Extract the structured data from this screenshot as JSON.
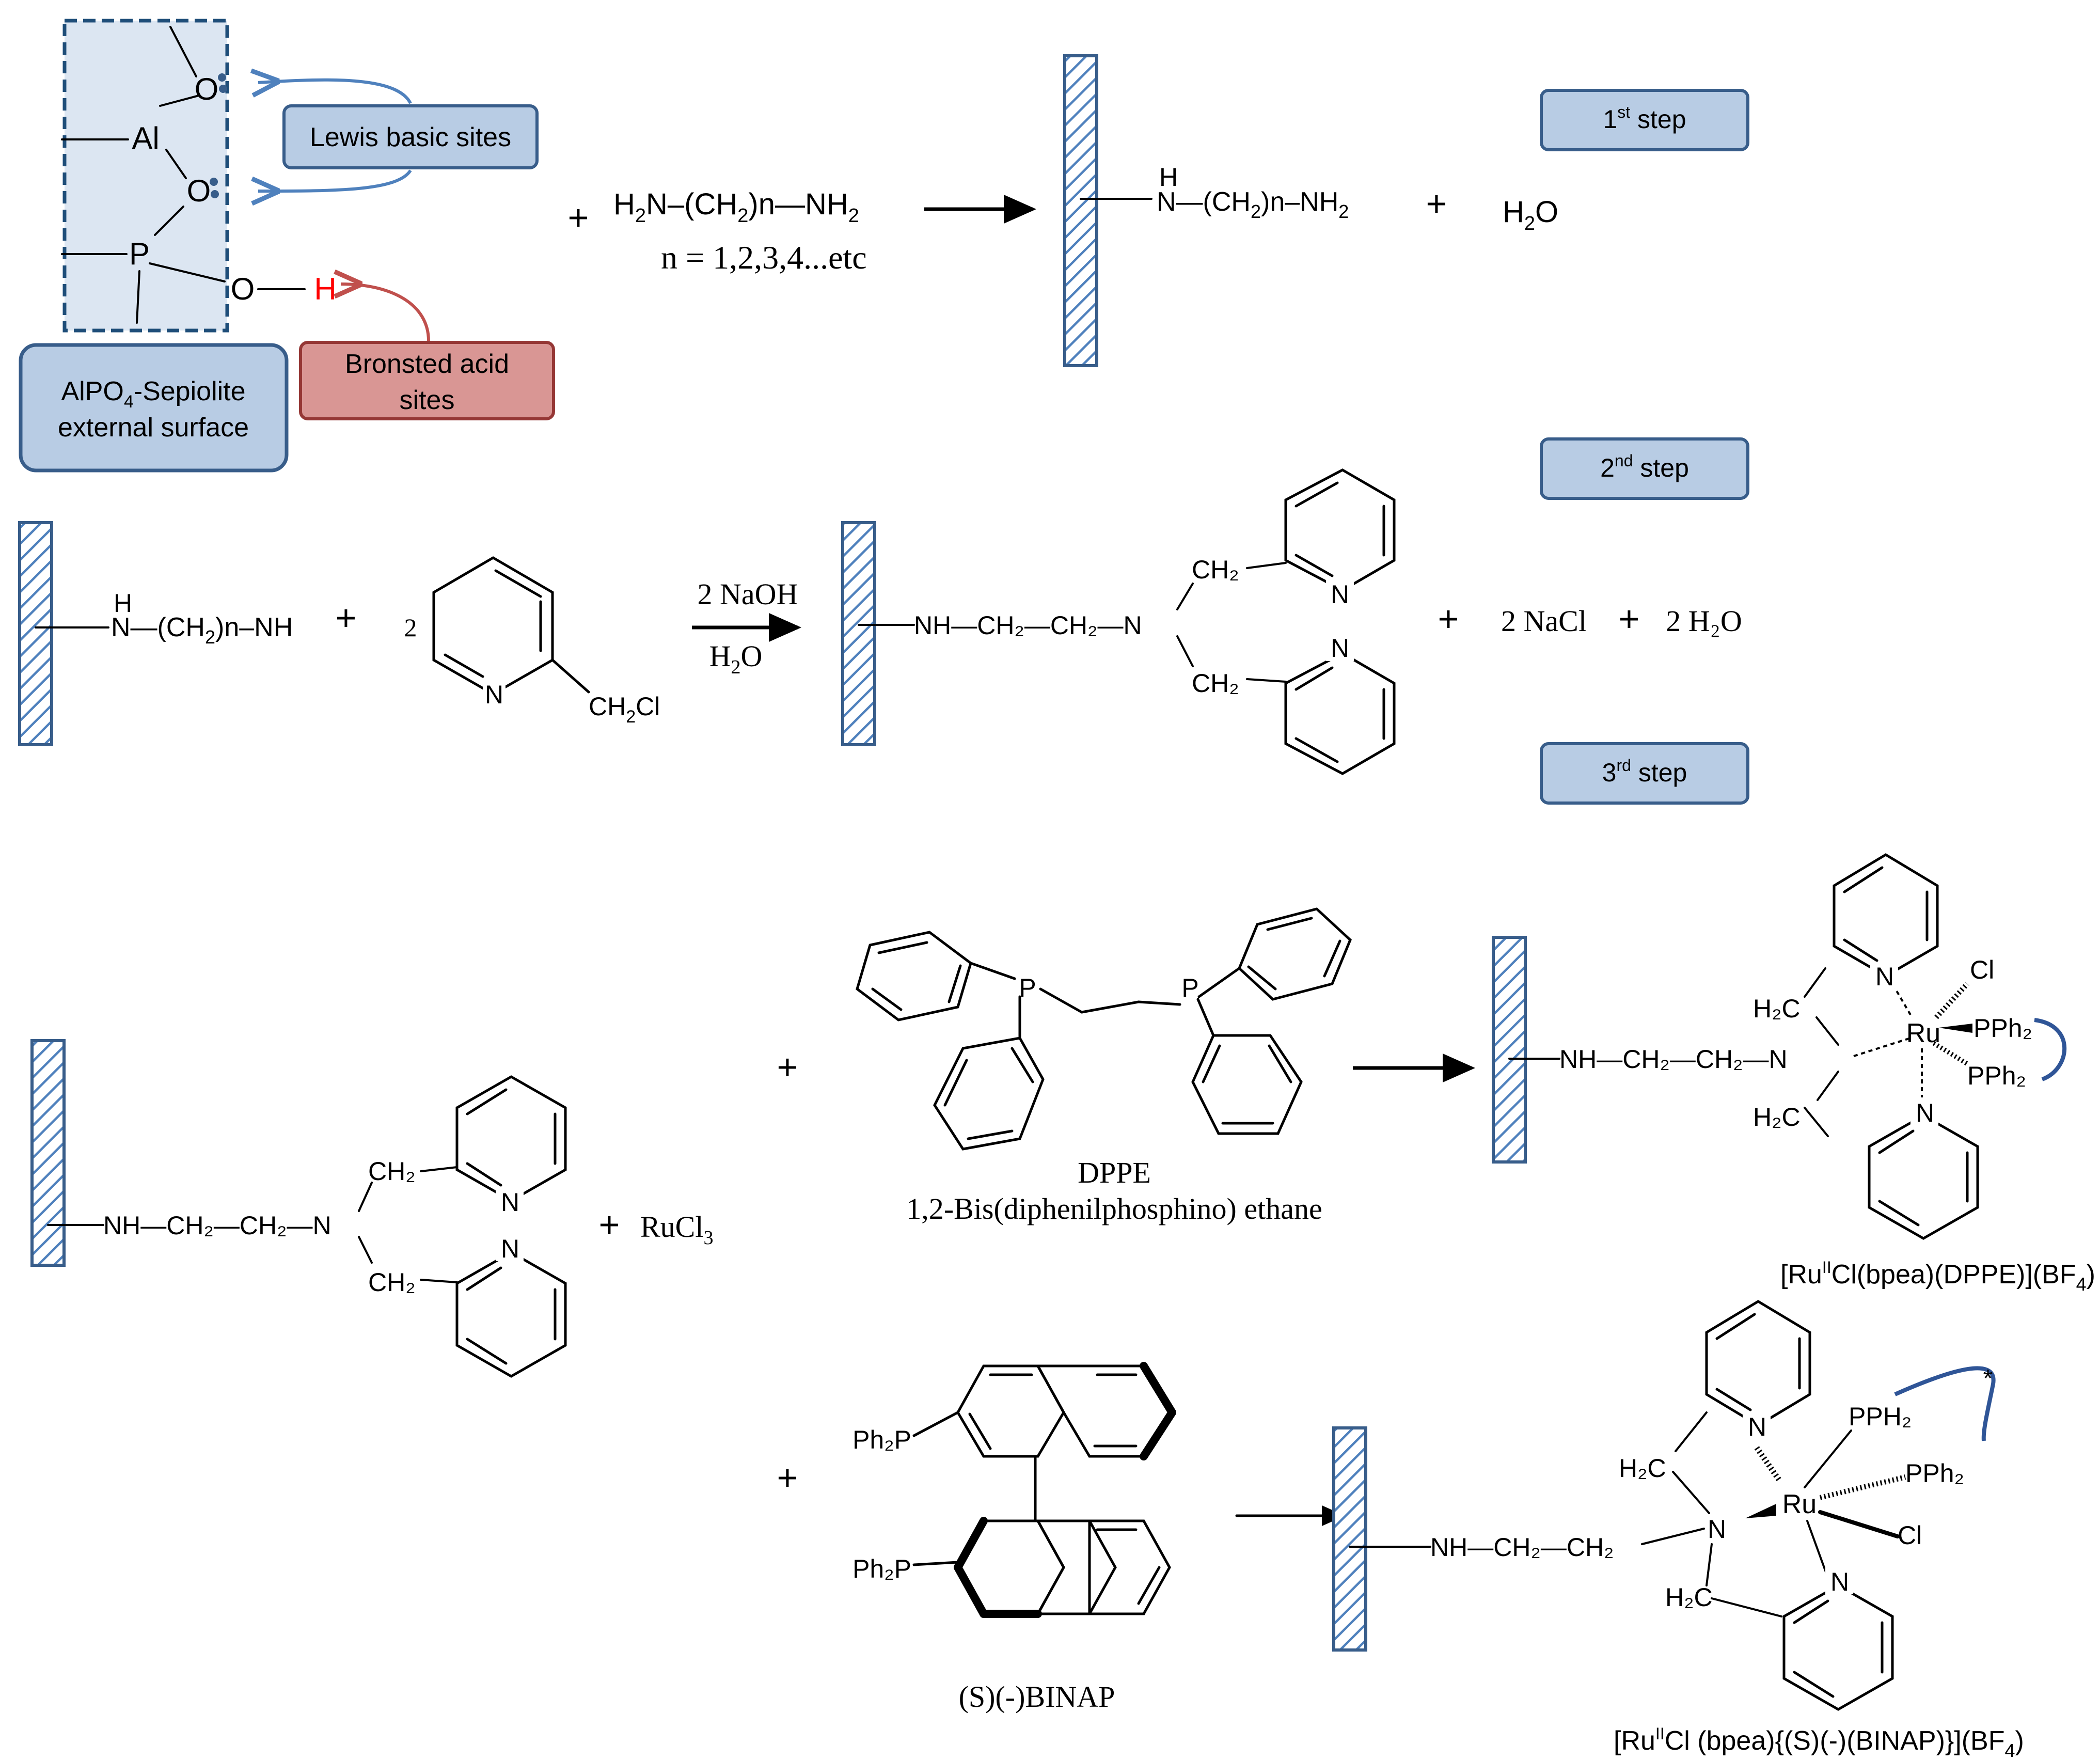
{
  "steps": {
    "step1": {
      "num": "1",
      "sup": "st",
      "word": " step"
    },
    "step2": {
      "num": "2",
      "sup": "nd",
      "word": " step"
    },
    "step3": {
      "num": "3",
      "sup": "rd",
      "word": " step"
    }
  },
  "surface": {
    "atom_o1": "O",
    "atom_al": "Al",
    "atom_o2": "O",
    "atom_p": "P",
    "atom_o3": "O",
    "atom_h": "H",
    "lewis_label": "Lewis basic sites",
    "bronsted_line1": "Bronsted  acid",
    "bronsted_line2": "sites",
    "support_pre": "AlPO",
    "support_sub": "4",
    "support_post": "-Sepiolite",
    "support_line2": "external surface"
  },
  "reaction1": {
    "plus": "+",
    "diamine_a": "H",
    "diamine_sub1": "2",
    "diamine_b": "N–(CH",
    "diamine_sub2": "2",
    "diamine_c": ")n—NH",
    "diamine_sub3": "2",
    "n_values": "n = 1,2,3,4...etc",
    "product_h": "H",
    "product_a": "N—(CH",
    "product_sub1": "2",
    "product_b": ")n–NH",
    "product_sub2": "2",
    "plus2": "+",
    "water_a": "H",
    "water_sub": "2",
    "water_b": "O"
  },
  "reaction2": {
    "reactant_h": "H",
    "reactant_a": "N—(CH",
    "reactant_sub": "2",
    "reactant_b": ")n–NH",
    "plus": "+",
    "coef": "2",
    "pyr_n": "N",
    "ch2cl_a": "CH",
    "ch2cl_sub": "2",
    "ch2cl_b": "Cl",
    "cond1": "2 NaOH",
    "cond2_a": "H",
    "cond2_sub": "2",
    "cond2_b": "O",
    "prod_chain": "NH—CH₂—CH₂—N",
    "prod_ch2_top": "CH₂",
    "prod_ch2_bot": "CH₂",
    "prod_n_top": "N",
    "prod_n_bot": "N",
    "plus2": "+",
    "nacl": "2 NaCl",
    "plus3": "+",
    "water": "2 H₂O"
  },
  "reaction3": {
    "chain": "NH—CH₂—CH₂—N",
    "ch2_top": "CH₂",
    "ch2_bot": "CH₂",
    "n_top": "N",
    "n_bot": "N",
    "plus_ru": "+",
    "rucl3_a": "RuCl",
    "rucl3_sub": "3",
    "plus_dppe": "+",
    "p_left": "P",
    "p_right": "P",
    "dppe_name": "DPPE",
    "dppe_full": "1,2-Bis(diphenilphosphino) ethane",
    "plus_binap": "+",
    "binap_pph2_top": "Ph₂P",
    "binap_pph2_bot": "Ph₂P",
    "binap_name": "(S)(-)BINAP"
  },
  "complex1": {
    "chain": "NH—CH₂—CH₂—N",
    "h2c_top": "H₂C",
    "h2c_bot": "H₂C",
    "ru": "Ru",
    "cl": "Cl",
    "pph2_a": "PPh₂",
    "pph2_b": "PPh₂",
    "n_top": "N",
    "n_bot": "N",
    "formula_a": "[Ru",
    "formula_sup": "II",
    "formula_b": "Cl(bpea)(DPPE)](BF",
    "formula_sub": "4",
    "formula_c": ")"
  },
  "complex2": {
    "chain": "NH—CH₂—CH₂",
    "n_amine": "N",
    "h2c_top": "H₂C",
    "h2c_bot": "H₂C",
    "ru": "Ru",
    "cl": "Cl",
    "pph2_a": "PPH₂",
    "pph2_b": "PPh₂",
    "n_top": "N",
    "n_bot": "N",
    "star": "*",
    "formula_a": "[Ru",
    "formula_sup": "II",
    "formula_b": "Cl (bpea){(S)(-)(BINAP)}](BF",
    "formula_sub": "4",
    "formula_c": ")"
  },
  "colors": {
    "box_fill": "#b8cce4",
    "box_stroke": "#385d8a",
    "red_fill": "#d99694",
    "red_stroke": "#953735",
    "hatch": "#4f81bd",
    "surface_fill": "#dce6f2",
    "lewis_arrow": "#4f81bd",
    "bronsted_arrow": "#c0504d",
    "h_red": "#ff0000",
    "curve": "#2f5597"
  }
}
